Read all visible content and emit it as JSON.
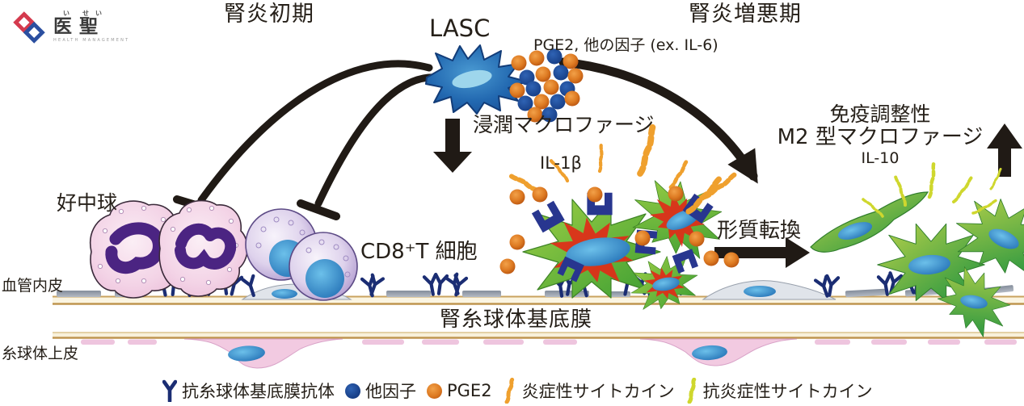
{
  "logo": {
    "kanji_1": "医",
    "ruby_1": "い",
    "kanji_2": "聖",
    "ruby_2": "せい",
    "subtext": "HEALTH MANAGEMENT"
  },
  "headings": {
    "early_phase": "腎炎初期",
    "exacerbation_phase": "腎炎増悪期"
  },
  "labels": {
    "lasc": "LASC",
    "pge2_factors": "PGE2, 他の因子 (ex. IL-6)",
    "infiltrating_macrophage": "浸潤マクロファージ",
    "il1b": "IL-1β",
    "immunoregulatory": "免疫調整性",
    "m2_macrophage": "M2 型マクロファージ",
    "il10": "IL-10",
    "neutrophil": "好中球",
    "cd8_t_cell": "CD8⁺T 細胞",
    "phenotype_conversion": "形質転換",
    "vascular_endothelium": "血管内皮",
    "basement_membrane": "腎糸球体基底膜",
    "glomerular_epithelium": "糸球体上皮"
  },
  "legend": {
    "items": [
      {
        "icon": "antibody-icon",
        "label": "抗糸球体基底膜抗体"
      },
      {
        "icon": "blue-dot-icon",
        "label": "他因子"
      },
      {
        "icon": "orange-dot-icon",
        "label": "PGE2"
      },
      {
        "icon": "inflammatory-cytokine-icon",
        "label": "炎症性サイトカイン"
      },
      {
        "icon": "anti-inflammatory-cytokine-icon",
        "label": "抗炎症性サイトカイン"
      }
    ]
  },
  "colors": {
    "arrow_black": "#201a15",
    "antibody_navy": "#1b2d73",
    "lasc_blue": "#2268b0",
    "pge2_orange": "#dd7a22",
    "factor_blue": "#1c4898",
    "neutrophil_pink": "#f3d3e6",
    "neutrophil_nucleus_purple": "#4b2482",
    "cd8_lavender": "#c8b5dd",
    "nucleus_blue": "#2272b8",
    "macrophage_green": "#6cbf3e",
    "macrophage_red": "#e22817",
    "m2_green": "#2f9e3a",
    "inflammatory_cytokine_orange": "#efa02e",
    "anti_inflammatory_yellow": "#cfd72e",
    "membrane_tan": "#bf9550",
    "endothelium_gray": "#99a1ae",
    "epithelium_pink": "#eec5de",
    "logo_red": "#d43a4e",
    "logo_blue": "#2b4fa0"
  }
}
